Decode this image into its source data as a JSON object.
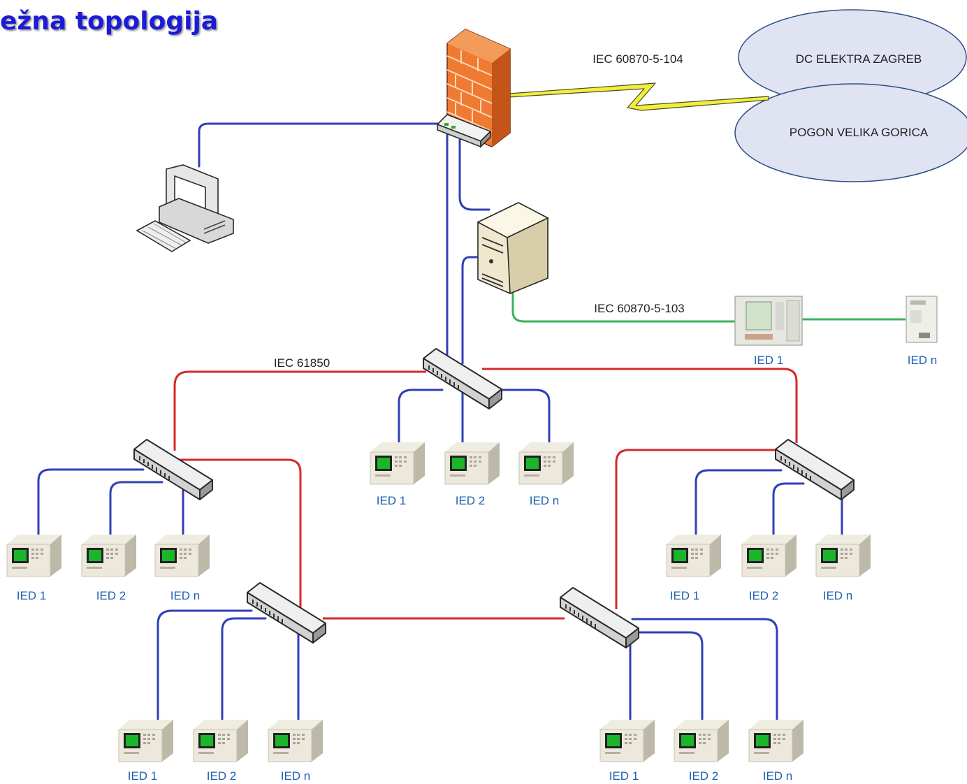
{
  "title": "ežna topologija",
  "protocols": {
    "iec104": "IEC 60870-5-104",
    "iec103": "IEC 60870-5-103",
    "iec61850": "IEC 61850"
  },
  "clouds": {
    "top": "DC ELEKTRA ZAGREB",
    "bottom": "POGON VELIKA GORICA"
  },
  "ied_groups": {
    "serial": [
      "IED 1",
      "IED n"
    ],
    "center": [
      "IED 1",
      "IED 2",
      "IED n"
    ],
    "left": [
      "IED 1",
      "IED 2",
      "IED n"
    ],
    "right": [
      "IED 1",
      "IED 2",
      "IED n"
    ],
    "bottom_left": [
      "IED 1",
      "IED 2",
      "IED n"
    ],
    "bottom_right": [
      "IED 1",
      "IED 2",
      "IED n"
    ]
  },
  "colors": {
    "ethernet_link": "#2f3fb8",
    "ring_link": "#d42a2a",
    "serial_link": "#3bb35a",
    "title": "#1c1cd6",
    "ied_label": "#1f5fb0",
    "cloud_fill": "#dfe3f2",
    "lightning": "#f2ef3a"
  },
  "icons": [
    "firewall-icon",
    "router-icon",
    "workstation-icon",
    "server-icon",
    "switch-icon",
    "ied-relay-icon",
    "lightning-link-icon",
    "cloud-icon"
  ]
}
